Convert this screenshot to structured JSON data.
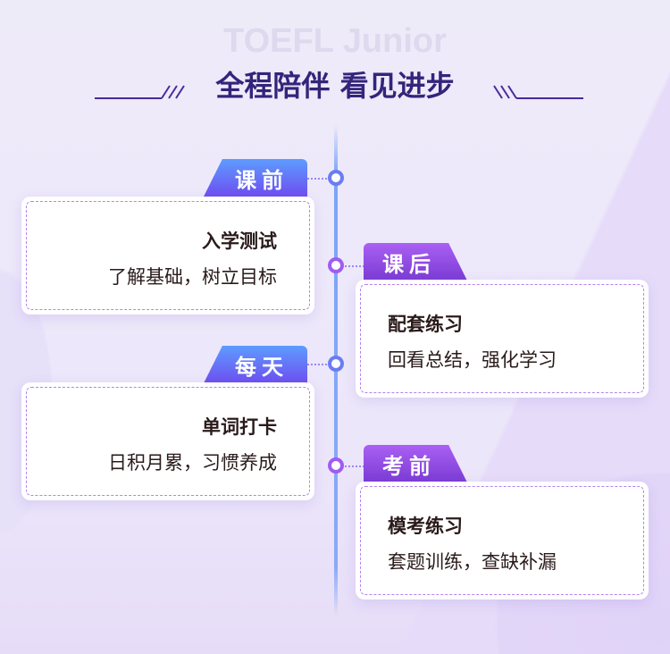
{
  "watermark": "TOEFL Junior",
  "title": "全程陪伴 看见进步",
  "steps": [
    {
      "tag": "课前",
      "heading": "入学测试",
      "desc": "了解基础，树立目标"
    },
    {
      "tag": "课后",
      "heading": "配套练习",
      "desc": "回看总结，强化学习"
    },
    {
      "tag": "每天",
      "heading": "单词打卡",
      "desc": "日积月累，习惯养成"
    },
    {
      "tag": "考前",
      "heading": "模考练习",
      "desc": "套题训练，查缺补漏"
    }
  ],
  "colors": {
    "title": "#34247a",
    "blue": "#5e9cff",
    "purple": "#a05cf0"
  }
}
